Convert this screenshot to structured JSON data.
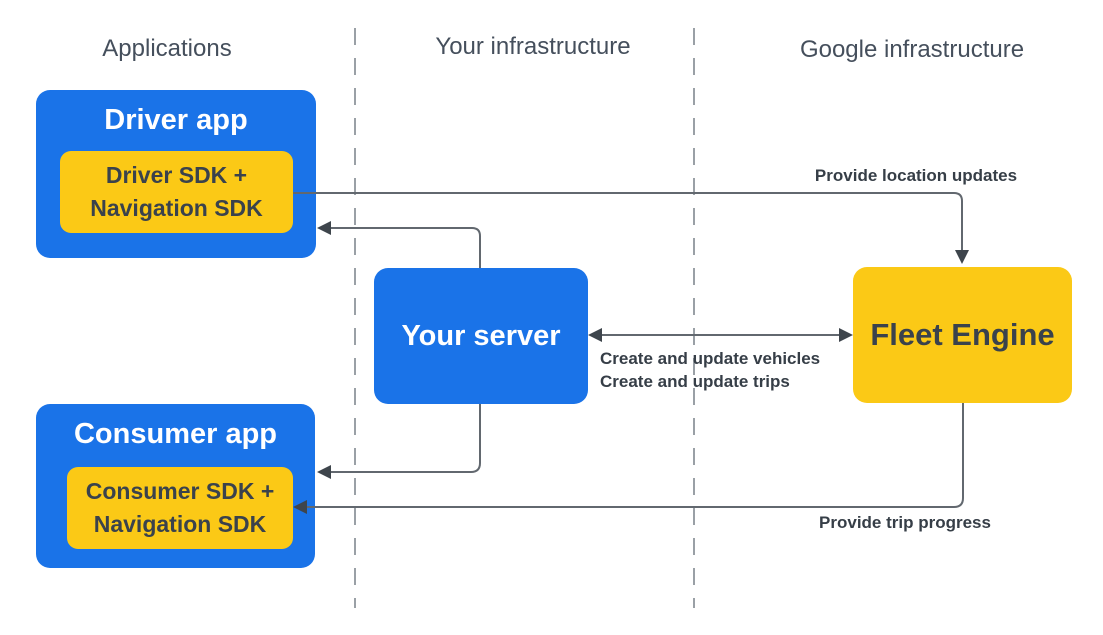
{
  "headers": {
    "applications": "Applications",
    "your_infrastructure": "Your infrastructure",
    "google_infrastructure": "Google infrastructure"
  },
  "nodes": {
    "driver_app": {
      "title": "Driver app",
      "sdk_line1": "Driver SDK +",
      "sdk_line2": "Navigation SDK"
    },
    "consumer_app": {
      "title": "Consumer app",
      "sdk_line1": "Consumer SDK +",
      "sdk_line2": "Navigation SDK"
    },
    "your_server": {
      "title": "Your server"
    },
    "fleet_engine": {
      "title": "Fleet Engine"
    }
  },
  "edges": {
    "provide_location_updates": {
      "label": "Provide location updates"
    },
    "create_and_update": {
      "line1": "Create and update vehicles",
      "line2": "Create and update trips"
    },
    "provide_trip_progress": {
      "label": "Provide trip progress"
    }
  },
  "colors": {
    "node_blue": "#1A73E8",
    "node_yellow": "#FBC916",
    "line_gray": "#62686F",
    "arrowhead": "#3E454C",
    "dashed_divider": "#9AA0A6",
    "header_text": "#454F5C",
    "dark_text": "#3A424C"
  }
}
